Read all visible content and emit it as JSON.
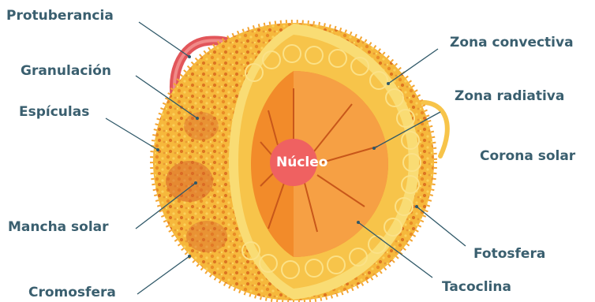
{
  "labels": {
    "protuberancia": "Protuberancia",
    "granulacion": "Granulación",
    "especulas": "Espículas",
    "mancha_solar": "Mancha solar",
    "cromosfera": "Cromosfera",
    "zona_convectiva": "Zona convectiva",
    "zona_radiativa": "Zona radiativa",
    "corona_solar": "Corona solar",
    "fotosfera": "Fotosfera",
    "tacoclina": "Tacoclina",
    "nucleo": "Núcleo"
  },
  "colors": {
    "label_text": "#3a5f6f",
    "leader_line": "#2f5868",
    "core": "#ef6161",
    "core_text": "#ffffff",
    "radiative_zone": "#f28b2a",
    "radiative_zone_light": "#f6a044",
    "convective_zone": "#f7c44a",
    "convective_rim": "#f9dc74",
    "photosphere": "#f5b53b",
    "granules": "#e48a2a",
    "prominence": "#e2565a"
  }
}
